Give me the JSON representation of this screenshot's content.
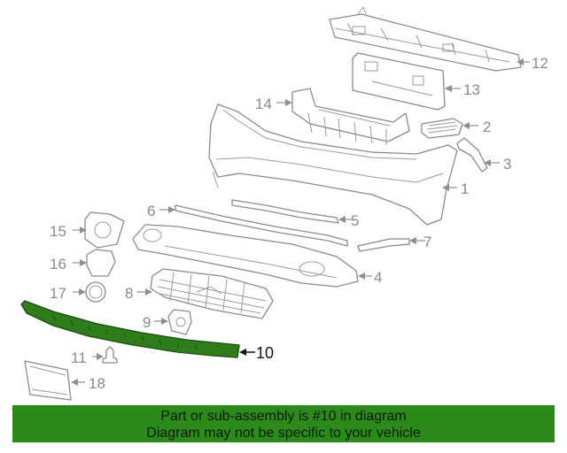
{
  "callouts": {
    "c1": "1",
    "c2": "2",
    "c3": "3",
    "c4": "4",
    "c5": "5",
    "c6": "6",
    "c7": "7",
    "c8": "8",
    "c9": "9",
    "c10": "10",
    "c11": "11",
    "c12": "12",
    "c13": "13",
    "c14": "14",
    "c15": "15",
    "c16": "16",
    "c17": "17",
    "c18": "18"
  },
  "highlight": {
    "part": "10",
    "color": "#2e7d1a"
  },
  "banner": {
    "line1": "Part or sub-assembly is #10 in diagram",
    "line2": "Diagram may not be specific to your vehicle",
    "background": "#2b8a1a"
  }
}
